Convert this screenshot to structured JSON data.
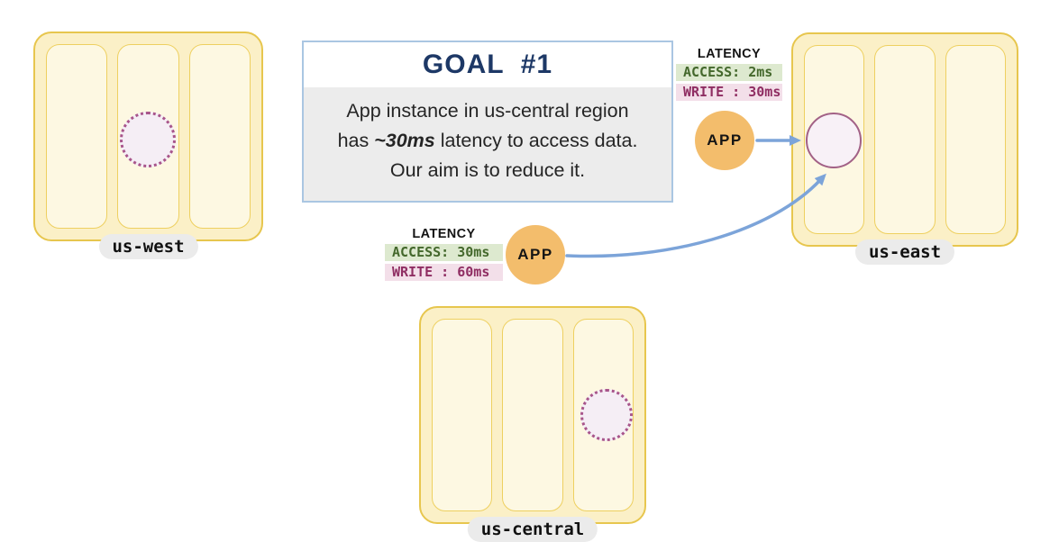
{
  "goal_box": {
    "title": "GOAL  #1",
    "body_line1": "App instance in us-central region",
    "body_line2_pre": "has ",
    "body_line2_emphasis": "~30ms",
    "body_line2_post": " latency to access data.",
    "body_line3": "Our aim is to reduce it."
  },
  "regions": {
    "us_west": {
      "label": "us-west"
    },
    "us_east": {
      "label": "us-east"
    },
    "us_central": {
      "label": "us-central"
    }
  },
  "apps": {
    "east": {
      "label": "APP"
    },
    "central": {
      "label": "APP"
    }
  },
  "latency_blocks": {
    "east": {
      "title": "LATENCY",
      "access": "ACCESS: 2ms",
      "write": "WRITE : 30ms"
    },
    "central": {
      "title": "LATENCY",
      "access": "ACCESS: 30ms",
      "write": "WRITE : 60ms"
    }
  },
  "colors": {
    "region_fill": "#fbf0c7",
    "region_border": "#e7c64e",
    "slot_fill": "#fdf8e2",
    "slot_border": "#eed060",
    "label_pill_bg": "#ebebeb",
    "goal_title_text": "#1d3866",
    "goal_border": "#aac6e2",
    "goal_body_bg": "#ececec",
    "latency_access_bg": "#dde9cf",
    "latency_access_text": "#44682c",
    "latency_write_bg": "#f3dfe9",
    "latency_write_text": "#8f2d62",
    "app_circle_fill": "#f3bd6c",
    "arrow_blue": "#7ca4d9",
    "data_circle_border": "#a26186",
    "data_circle_fill": "#f8f1f7",
    "dotted_circle_border": "#a8558b",
    "dotted_circle_fill": "#f5eef5"
  }
}
